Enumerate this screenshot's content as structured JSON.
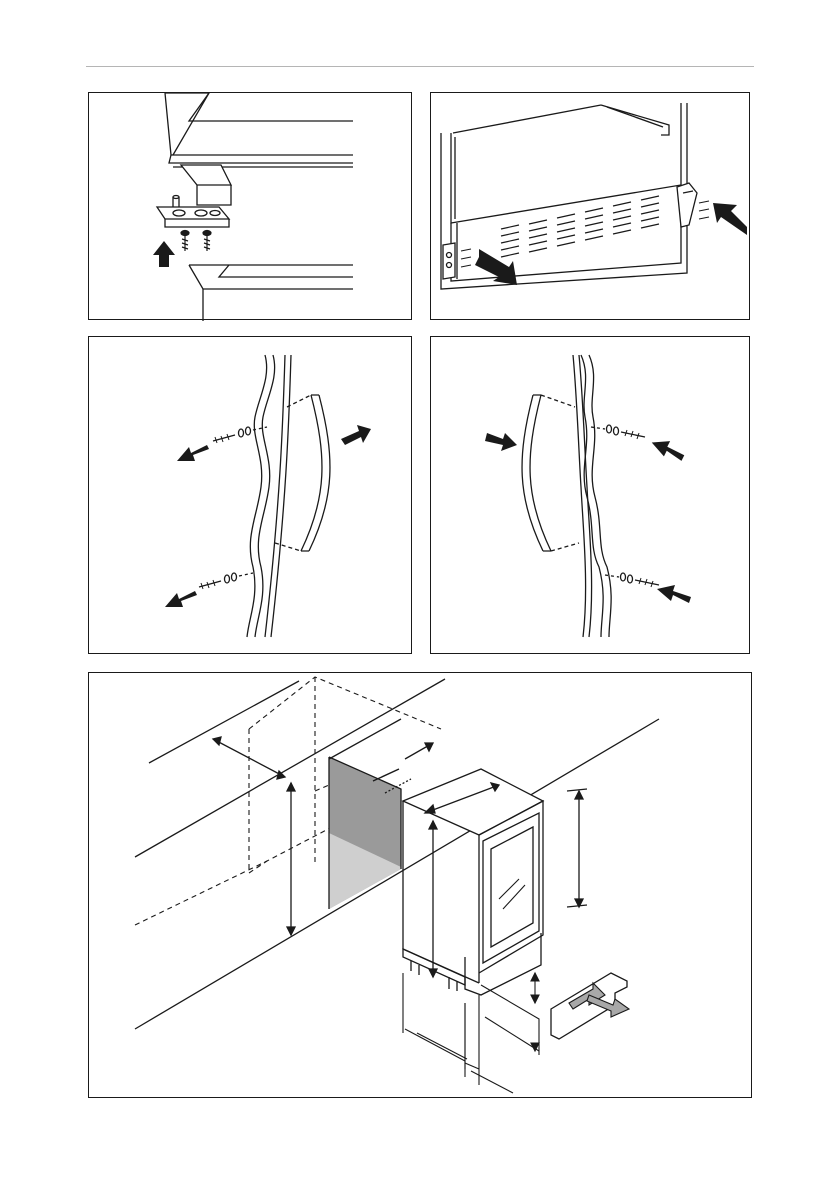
{
  "document": {
    "type": "installation-illustrations",
    "panels": [
      {
        "id": "hinge-removal",
        "icon": "hinge-screw-arrow-icon"
      },
      {
        "id": "cabinet-base-hinges",
        "icon": "base-vent-arrow-icon"
      },
      {
        "id": "handle-removal",
        "icon": "handle-out-arrow-icon"
      },
      {
        "id": "handle-fitting",
        "icon": "handle-in-arrow-icon"
      },
      {
        "id": "built-in-niche",
        "icon": "niche-dimension-icon"
      }
    ]
  },
  "colors": {
    "line": "#1a1a1a",
    "arrow": "#1a1a1a",
    "niche_dark": "#9a9a9a",
    "niche_light": "#cfcfcf",
    "hollow_arrow": "#a8a8a8",
    "rule": "#b5b5b5"
  }
}
